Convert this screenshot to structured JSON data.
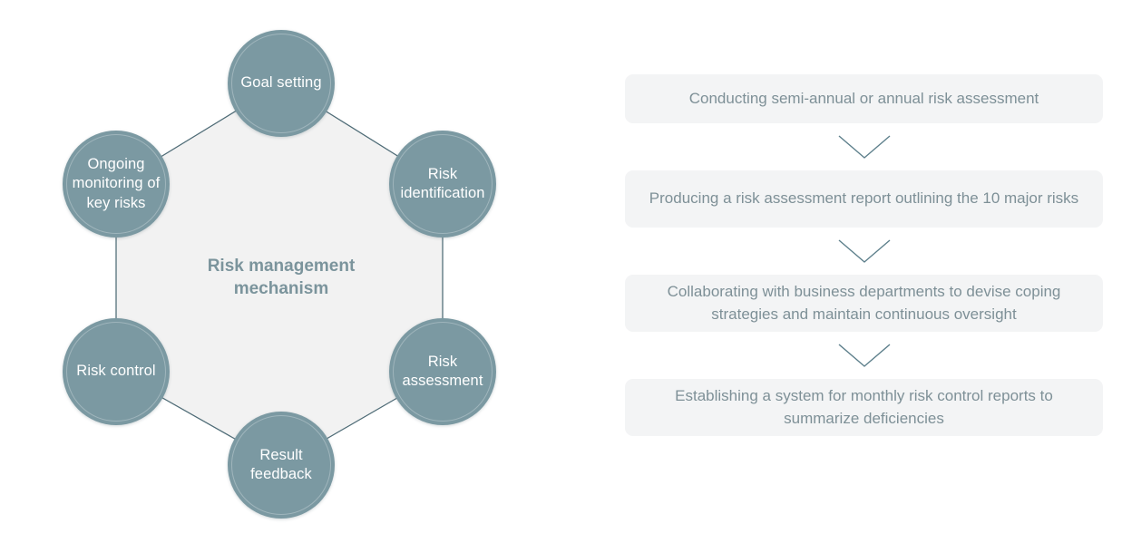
{
  "colors": {
    "node_fill": "#7b99a2",
    "node_text": "#ffffff",
    "hexagon_fill": "#f2f2f2",
    "center_title_text": "#7b949c",
    "flow_box_fill": "#f3f4f5",
    "flow_box_text": "#7e9097",
    "connector_line": "#4e6b76",
    "page_background": "#ffffff"
  },
  "cycle": {
    "center_title": "Risk management mechanism",
    "nodes": [
      {
        "id": "goal-setting",
        "label": "Goal setting",
        "position": "top"
      },
      {
        "id": "risk-identification",
        "label": "Risk identification",
        "position": "top-right"
      },
      {
        "id": "risk-assessment",
        "label": "Risk assessment",
        "position": "bottom-right"
      },
      {
        "id": "result-feedback",
        "label": "Result feedback",
        "position": "bottom"
      },
      {
        "id": "risk-control",
        "label": "Risk control",
        "position": "bottom-left"
      },
      {
        "id": "ongoing-monitoring",
        "label": "Ongoing monitoring of key risks",
        "position": "top-left"
      }
    ]
  },
  "flow": {
    "steps": [
      {
        "id": "step-1",
        "text": "Conducting semi-annual or annual risk assessment"
      },
      {
        "id": "step-2",
        "text": "Producing a risk assessment report outlining the 10 major risks"
      },
      {
        "id": "step-3",
        "text": "Collaborating with business departments to devise coping strategies and maintain continuous oversight"
      },
      {
        "id": "step-4",
        "text": "Establishing a system for monthly risk control reports to summarize deficiencies"
      }
    ],
    "arrow_icon": "chevron-down-icon"
  }
}
